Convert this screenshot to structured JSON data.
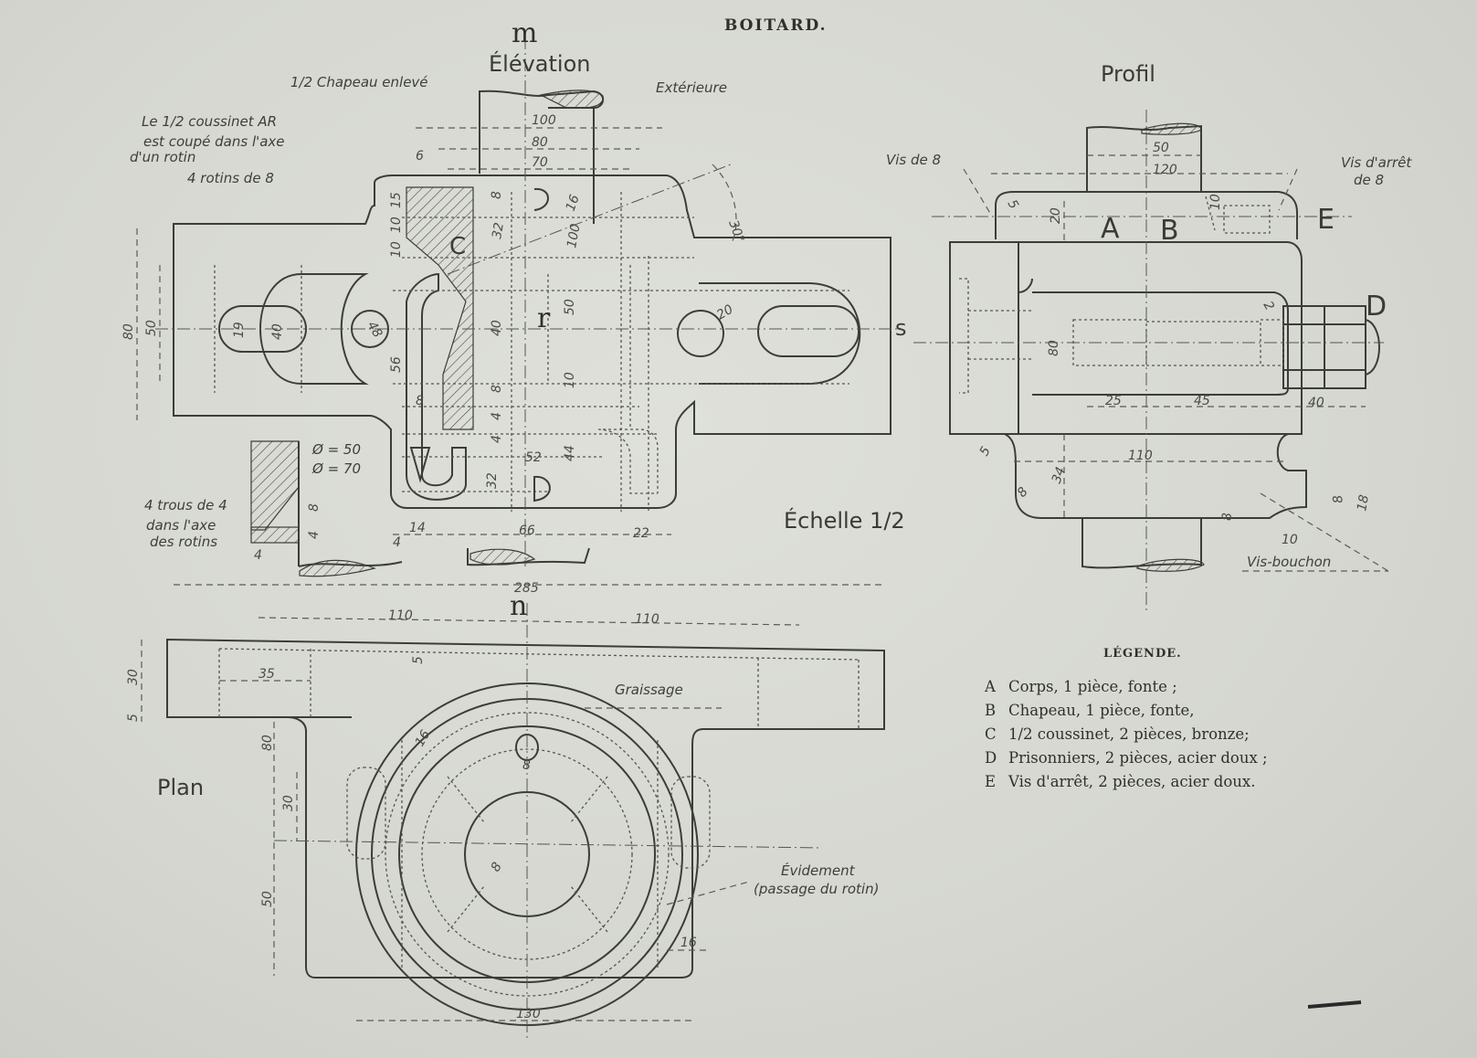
{
  "header": {
    "author": "BOITARD."
  },
  "views": {
    "elevation": {
      "title": "Élévation",
      "marker": "m",
      "left_note": "1/2 Chapeau enlevé",
      "right_note": "Extérieure"
    },
    "profile": {
      "title": "Profil"
    },
    "plan": {
      "title": "Plan",
      "marker": "n"
    },
    "scale": "Échelle 1/2"
  },
  "part_labels": {
    "a": "A",
    "b": "B",
    "c": "C",
    "d": "D",
    "e": "E",
    "r": "r",
    "s": "s"
  },
  "notes": {
    "coussinet_1": "Le 1/2 coussinet AR",
    "coussinet_2": "est coupé dans l'axe",
    "coussinet_3": "d'un rotin",
    "rotins": "4 rotins de 8",
    "trous_1": "4 trous de 4",
    "trous_2": "dans l'axe",
    "trous_3": "des rotins",
    "diam_50": "Ø = 50",
    "diam_70": "Ø = 70",
    "vis_de_8": "Vis de 8",
    "vis_arret_1": "Vis d'arrêt",
    "vis_arret_2": "de 8",
    "vis_bouchon": "Vis-bouchon",
    "graissage": "Graissage",
    "evidement_1": "Évidement",
    "evidement_2": "(passage du rotin)"
  },
  "dimensions": {
    "elevation": [
      "100",
      "80",
      "70",
      "6",
      "15",
      "10",
      "10",
      "8",
      "16",
      "32",
      "100",
      "30°",
      "80",
      "50",
      "19",
      "40",
      "48",
      "56",
      "40",
      "50",
      "20",
      "8",
      "10",
      "8",
      "4",
      "4",
      "52",
      "44",
      "32",
      "14",
      "66",
      "22",
      "4",
      "8",
      "4",
      "4"
    ],
    "profile": [
      "50",
      "120",
      "5",
      "20",
      "10",
      "2",
      "80",
      "25",
      "45",
      "40",
      "5",
      "110",
      "34",
      "8",
      "8",
      "8",
      "18",
      "10"
    ],
    "plan": [
      "285",
      "110",
      "110",
      "30",
      "35",
      "5",
      "5",
      "80",
      "30",
      "50",
      "16",
      "8",
      "8",
      "16",
      "130"
    ]
  },
  "legend": {
    "title": "LÉGENDE.",
    "items": [
      {
        "key": "A",
        "text": "Corps, 1 pièce, fonte ;"
      },
      {
        "key": "B",
        "text": "Chapeau, 1 pièce, fonte,"
      },
      {
        "key": "C",
        "text": "1/2 coussinet, 2 pièces, bronze;"
      },
      {
        "key": "D",
        "text": "Prisonniers, 2 pièces, acier doux ;"
      },
      {
        "key": "E",
        "text": "Vis d'arrêt, 2 pièces, acier doux."
      }
    ]
  }
}
